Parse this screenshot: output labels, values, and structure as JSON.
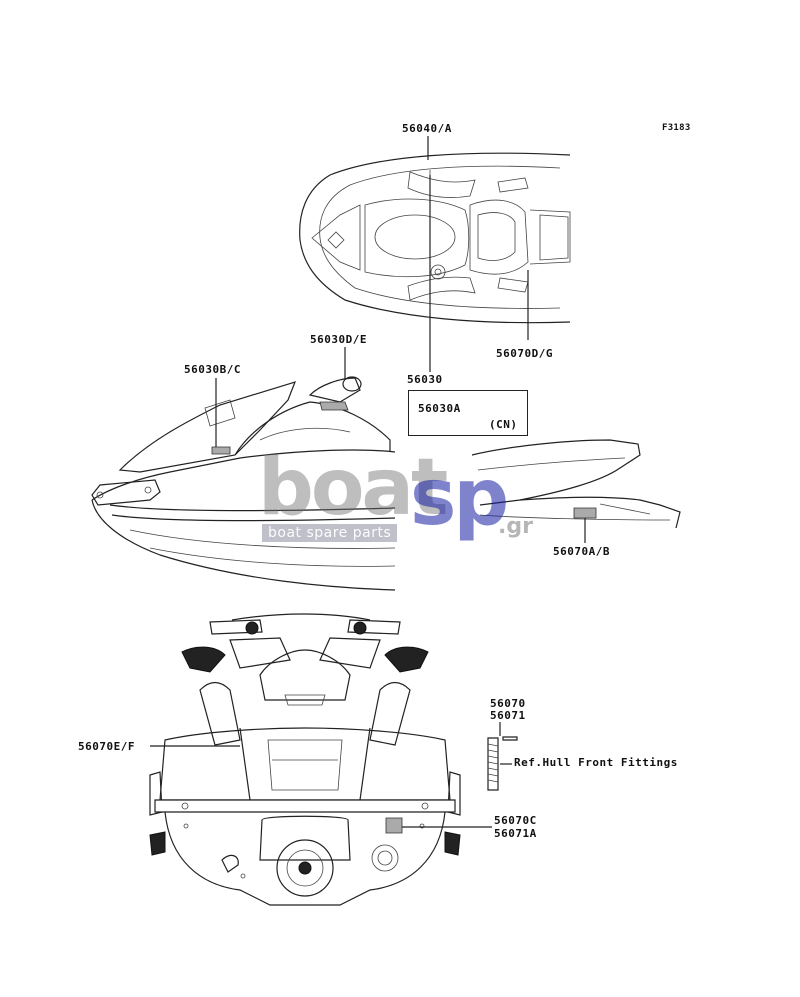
{
  "figure_id": "F3183",
  "labels": {
    "top_decal": "56040/A",
    "side_decal_bc": "56030B/C",
    "side_decal_de": "56030D/E",
    "deck_decal": "56030",
    "deck_decal_dg": "56070D/G",
    "box_part": "56030A",
    "box_note": "(CN)",
    "rear_decal_ab": "56070A/B",
    "rear_decal_ef": "56070E/F",
    "fitting_a": "56070",
    "fitting_b": "56071",
    "ref_note": "Ref.Hull Front Fittings",
    "transom_a": "56070C",
    "transom_b": "56071A"
  },
  "watermark": {
    "word_grey": "boat",
    "word_blue": "sp",
    "tagline": "boat spare parts",
    "suffix": ".gr"
  }
}
